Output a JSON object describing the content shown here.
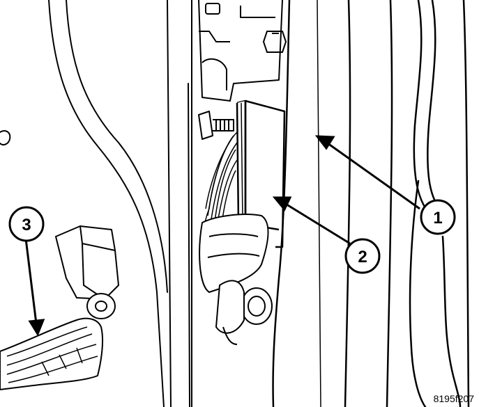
{
  "diagram": {
    "callouts": [
      {
        "id": "callout-1",
        "label": "1"
      },
      {
        "id": "callout-2",
        "label": "2"
      },
      {
        "id": "callout-3",
        "label": "3"
      }
    ],
    "figure_id": "8195f207",
    "colors": {
      "line": "#000000",
      "fill": "#ffffff",
      "shade": "#555555"
    }
  }
}
